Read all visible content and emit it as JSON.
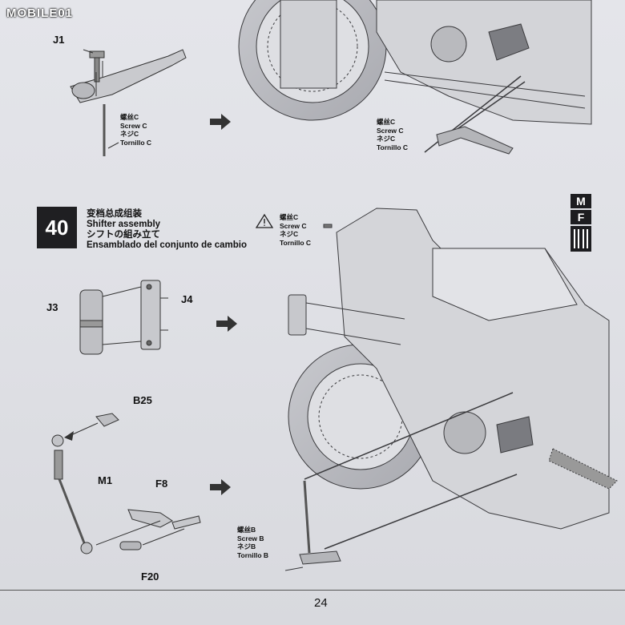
{
  "watermark": "MOBILE01",
  "top_section": {
    "part_label": "J1",
    "screw_left": [
      "螺丝C",
      "Screw C",
      "ネジC",
      "Tornillo C"
    ],
    "screw_right": [
      "螺丝C",
      "Screw C",
      "ネジC",
      "Tornillo C"
    ]
  },
  "step": {
    "number": "40",
    "title_cn": "变档总成组装",
    "title_en": "Shifter assembly",
    "title_jp": "シフトの組み立て",
    "title_es": "Ensamblado del conjunto de cambio"
  },
  "step_screw": [
    "螺丝C",
    "Screw C",
    "ネジC",
    "Tornillo C"
  ],
  "parts": {
    "j3": "J3",
    "j4": "J4",
    "b25": "B25",
    "m1": "M1",
    "f8": "F8",
    "f20": "F20"
  },
  "bottom_screw": [
    "螺丝B",
    "Screw B",
    "ネジB",
    "Tornillo B"
  ],
  "marker": {
    "m": "M",
    "f": "F"
  },
  "page_number": "24"
}
